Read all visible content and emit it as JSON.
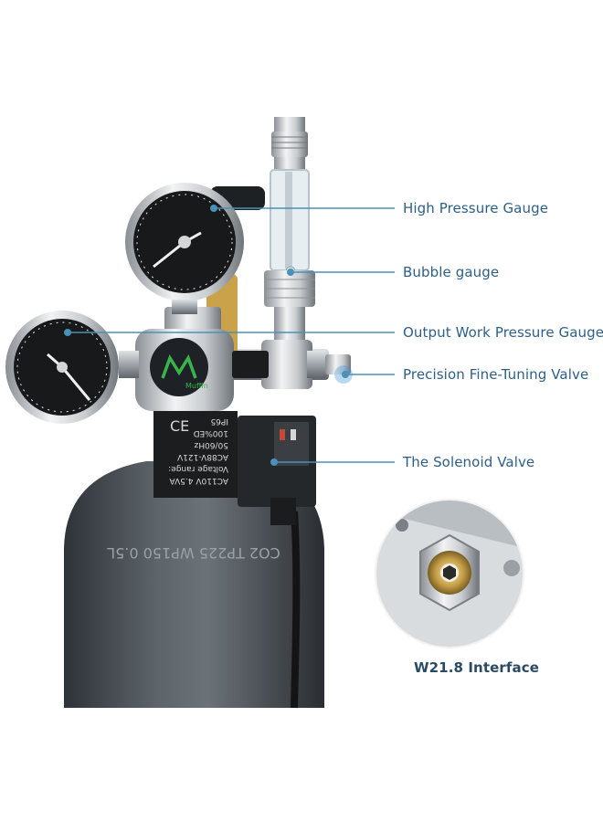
{
  "callouts": {
    "high_pressure": "High Pressure Gauge",
    "bubble": "Bubble gauge",
    "output_pressure": "Output Work Pressure Gauge",
    "fine_tuning": "Precision Fine-Tuning Valve",
    "solenoid": "The Solenoid Valve"
  },
  "inset": {
    "interface_label": "W21.8 Interface"
  },
  "solenoid_print": {
    "line1": "AC110V 4.5VA",
    "line2": "Voltage range:",
    "line3": "AC88V-121V",
    "line4": "50/60Hz",
    "line5": "100%ED",
    "line6": "IP65"
  },
  "logo_text": "Muffin",
  "cylinder_engraving": "CO2 TP225 WP150 0.5L",
  "colors": {
    "callout_line": "#4a90b8",
    "callout_text": "#2c5f87",
    "cylinder": "#4b5157",
    "logo_green": "#38b44a"
  },
  "icons": [
    "pressure-gauge-icon",
    "bubble-counter-icon",
    "solenoid-icon",
    "valve-knob-icon"
  ]
}
